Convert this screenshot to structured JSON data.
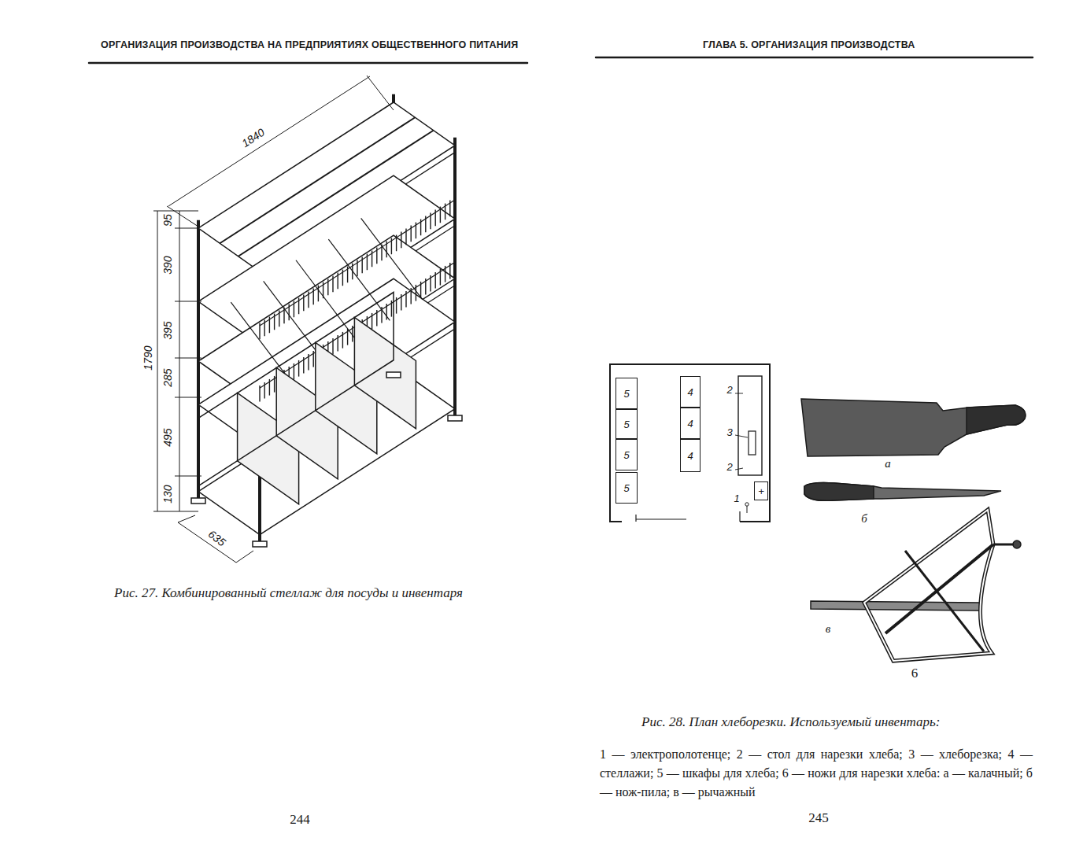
{
  "diagram": {
    "nodes": [
      {
        "text": [
          "5"
        ]
      },
      {
        "text": [
          "5"
        ]
      },
      {
        "text": [
          "5"
        ]
      },
      {
        "text": [
          "5"
        ]
      },
      {
        "text": [
          "4"
        ]
      },
      {
        "text": [
          "4"
        ]
      },
      {
        "text": [
          "4"
        ]
      },
      {
        "text": [
          "+"
        ]
      }
    ],
    "labels": [
      "ОРГАНИЗАЦИЯ ПРОИЗВОДСТВА НА ПРЕДПРИЯТИЯХ ОБЩЕСТВЕННОГО ПИТАНИЯ",
      "ГЛАВА 5. ОРГАНИЗАЦИЯ ПРОИЗВОДСТВА",
      "1840",
      "95",
      "390",
      "395",
      "285",
      "495",
      "130",
      "1790",
      "635",
      "Рис. 27. Комбинированный стеллаж для посуды и инвентаря",
      "244",
      "245",
      "2",
      "3",
      "2",
      "1",
      "а",
      "б",
      "в",
      "6",
      "Рис. 28. План хлеборезки. Используемый инвентарь:",
      "1 — электрополотенце; 2 — стол для нарезки хлеба; 3 — хлеборезка; 4 — стеллажи; 5 — шкафы для хлеба; 6 — ножи для нарезки хлеба: а — калачный; б — нож-пила; в — рычажный"
    ]
  }
}
